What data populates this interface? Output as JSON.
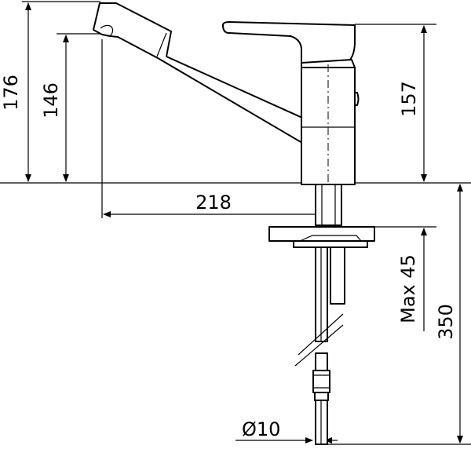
{
  "dimensions": {
    "height_total": "176",
    "height_outlet": "146",
    "height_body": "157",
    "reach": "218",
    "max_thickness": "Max 45",
    "shank_length": "350",
    "pipe_diameter": "Ø10"
  }
}
